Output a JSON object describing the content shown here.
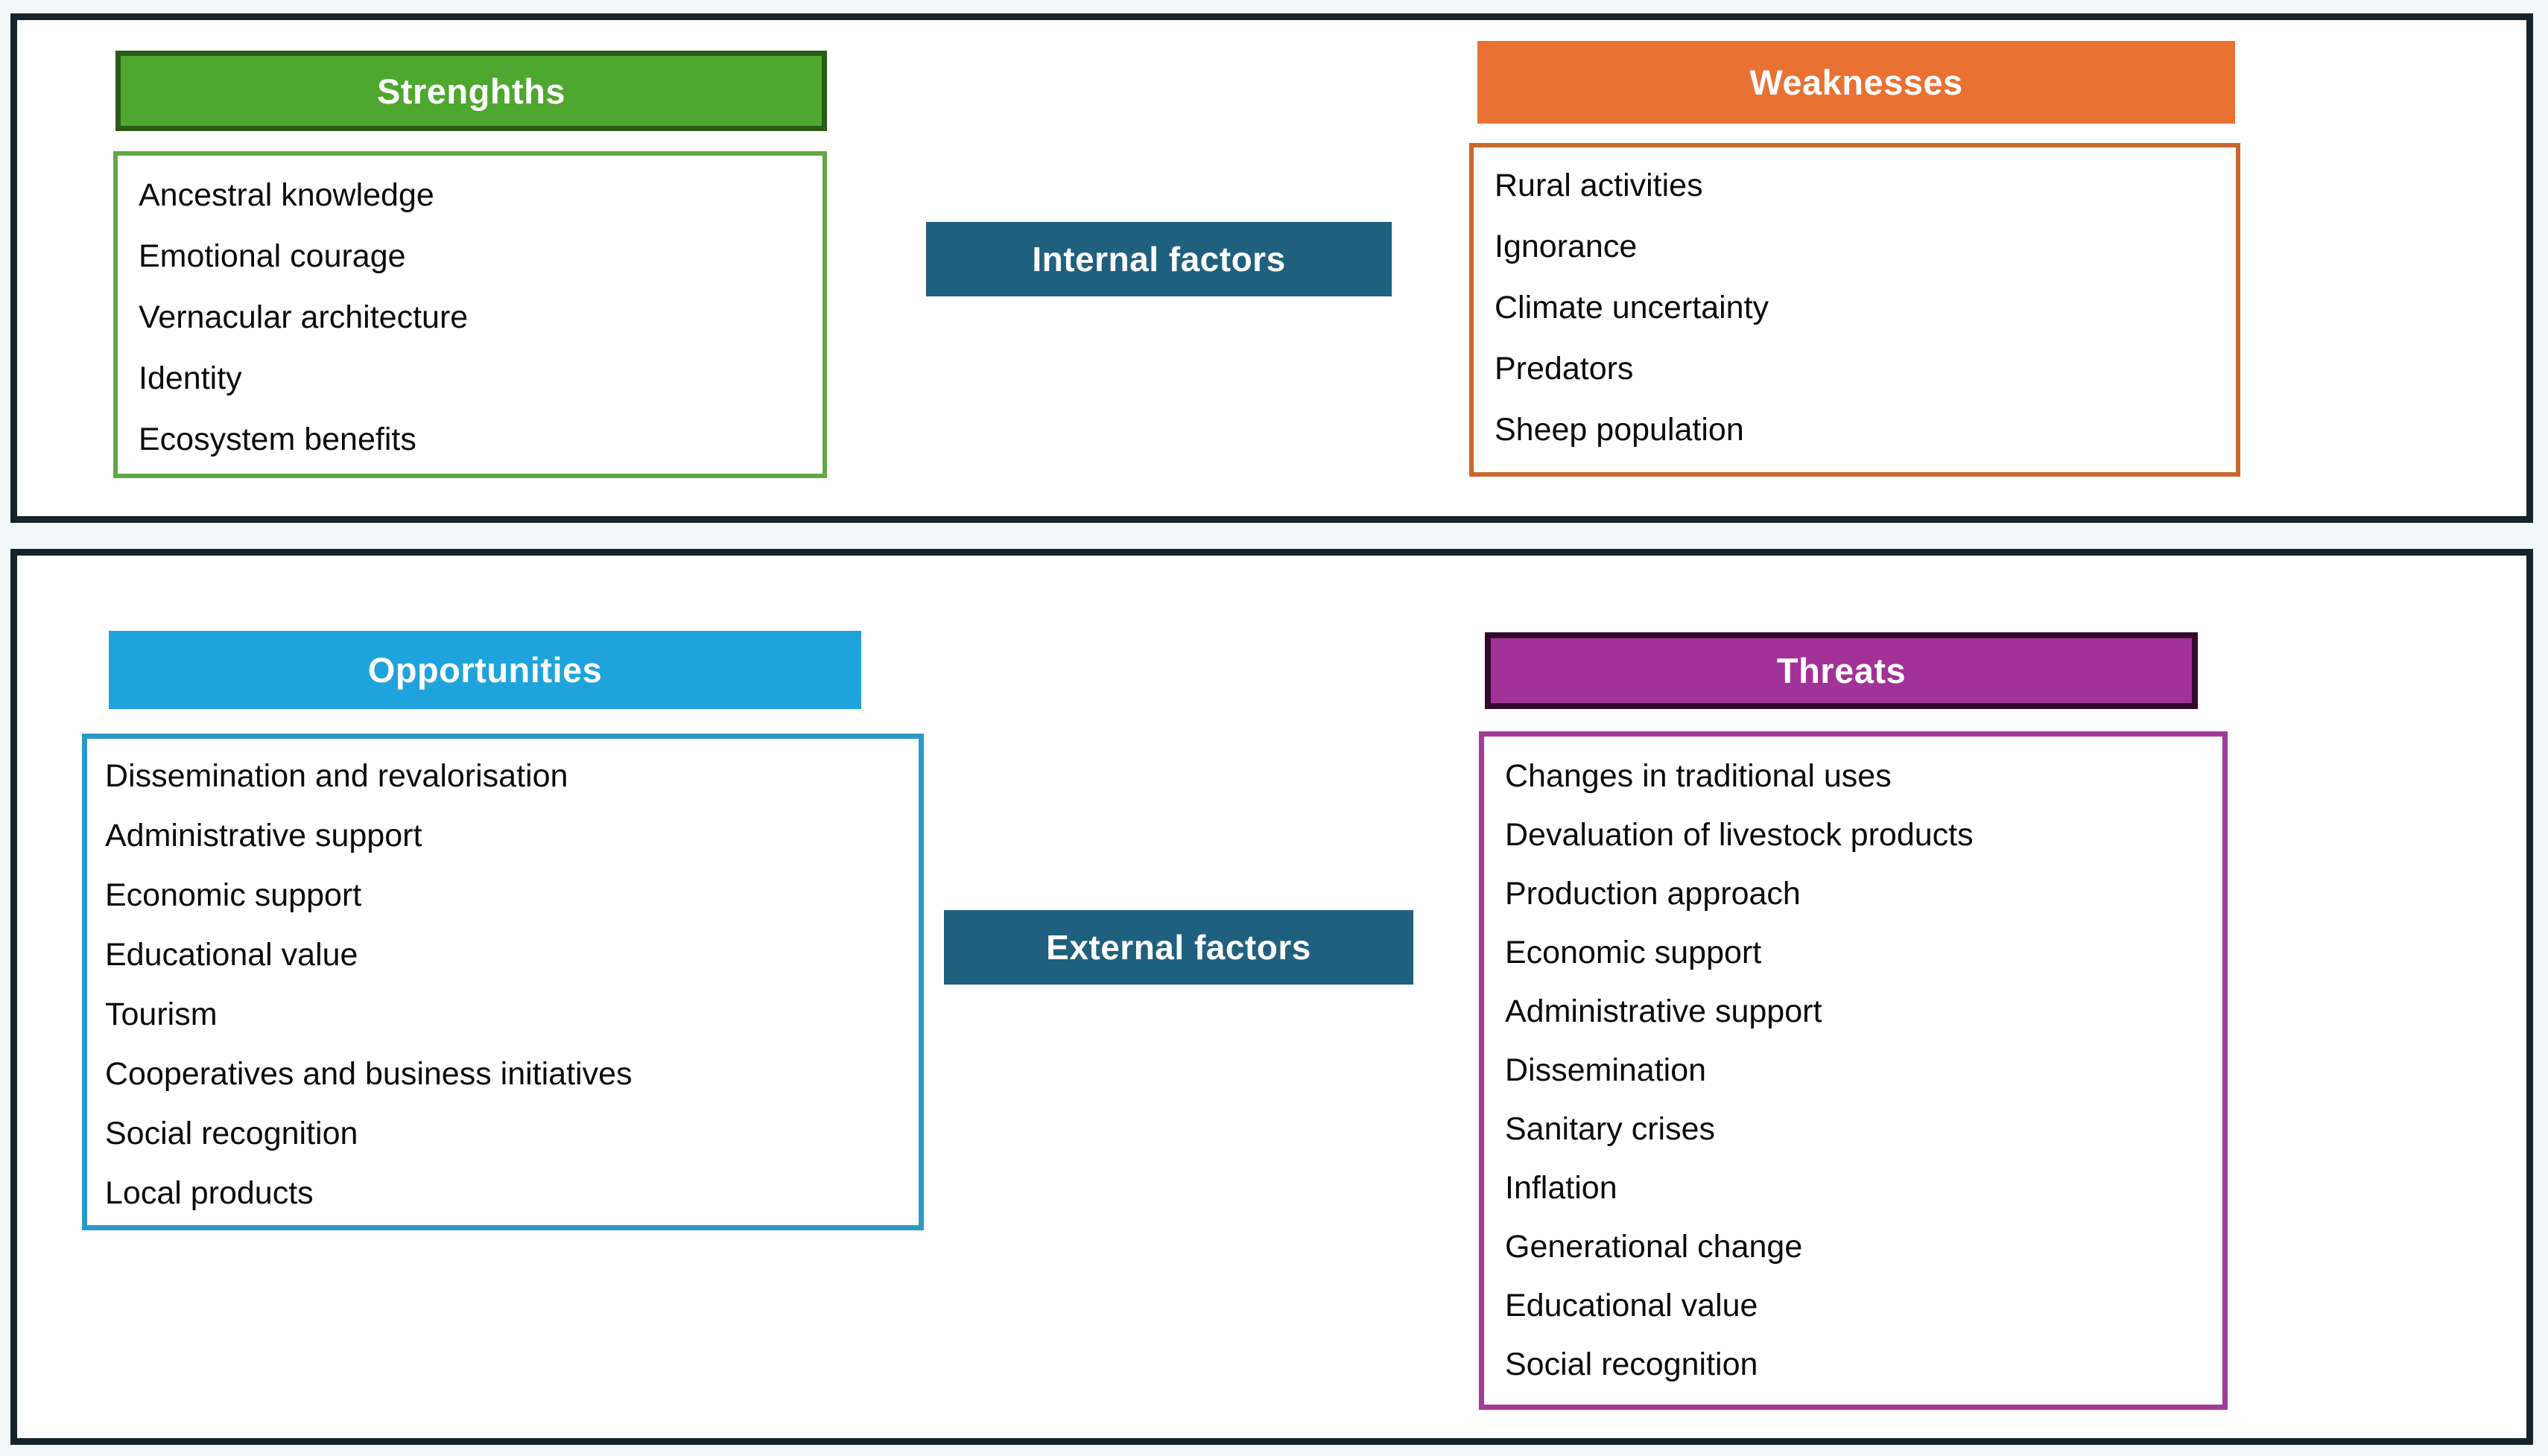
{
  "page": {
    "background": "#F2F7FA",
    "frame_border_color": "#16222C",
    "panel_background": "#FFFFFF"
  },
  "colors": {
    "strengths_fill": "#4EA72E",
    "strengths_header_border": "#2B5B17",
    "strengths_box_border": "#61A744",
    "weaknesses_fill": "#E97132",
    "weaknesses_box_border": "#C9682D",
    "opportunities_fill": "#1FA3DC",
    "opportunities_box_border": "#2B99C7",
    "threats_fill": "#A23297",
    "threats_header_border": "#33092E",
    "threats_box_border": "#A43A97",
    "factor_label_fill": "#20607F",
    "header_text": "#FFFFFF",
    "list_text": "#0B0B0B"
  },
  "internal_section": {
    "label": "Internal factors",
    "strengths": {
      "title": "Strenghths",
      "items": [
        "Ancestral knowledge",
        "Emotional courage",
        "Vernacular architecture",
        "Identity",
        "Ecosystem benefits"
      ]
    },
    "weaknesses": {
      "title": "Weaknesses",
      "items": [
        "Rural activities",
        "Ignorance",
        "Climate uncertainty",
        "Predators",
        "Sheep population"
      ]
    }
  },
  "external_section": {
    "label": "External factors",
    "opportunities": {
      "title": "Opportunities",
      "items": [
        "Dissemination and revalorisation",
        "Administrative support",
        "Economic support",
        "Educational value",
        "Tourism",
        "Cooperatives and business initiatives",
        "Social recognition",
        "Local products"
      ]
    },
    "threats": {
      "title": "Threats",
      "items": [
        "Changes in traditional uses",
        "Devaluation of livestock products",
        "Production approach",
        "Economic support",
        "Administrative support",
        "Dissemination",
        "Sanitary crises",
        "Inflation",
        "Generational change",
        "Educational value",
        "Social recognition"
      ]
    }
  }
}
